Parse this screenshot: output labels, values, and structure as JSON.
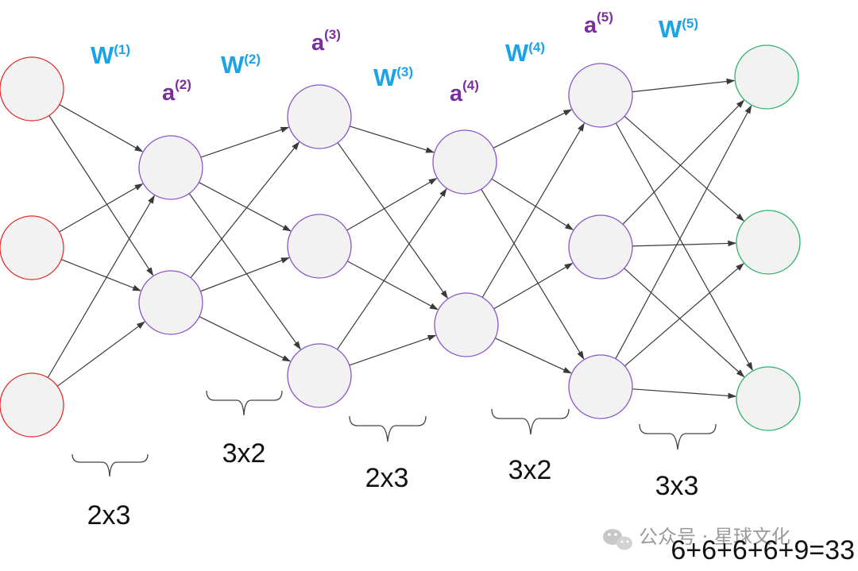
{
  "colors": {
    "input_node": "#e03030",
    "hidden_node": "#8a55c8",
    "output_node": "#2db36a",
    "node_fill": "#f2f2f2",
    "weight_label": "#1aa3e8",
    "activation_label": "#7a2f9e"
  },
  "layers": [
    {
      "role": "input",
      "nodes": 3
    },
    {
      "role": "hidden",
      "nodes": 2
    },
    {
      "role": "hidden",
      "nodes": 3
    },
    {
      "role": "hidden",
      "nodes": 2
    },
    {
      "role": "hidden",
      "nodes": 3
    },
    {
      "role": "output",
      "nodes": 3
    }
  ],
  "weight_labels": [
    {
      "base": "W",
      "sup": "(1)"
    },
    {
      "base": "W",
      "sup": "(2)"
    },
    {
      "base": "W",
      "sup": "(3)"
    },
    {
      "base": "W",
      "sup": "(4)"
    },
    {
      "base": "W",
      "sup": "(5)"
    }
  ],
  "activation_labels": [
    {
      "base": "a",
      "sup": "(2)"
    },
    {
      "base": "a",
      "sup": "(3)"
    },
    {
      "base": "a",
      "sup": "(4)"
    },
    {
      "base": "a",
      "sup": "(5)"
    }
  ],
  "dimension_labels": [
    "2x3",
    "3x2",
    "2x3",
    "3x2",
    "3x3"
  ],
  "total": "6+6+6+6+9=33",
  "watermark": "公众号 · 星球文化"
}
